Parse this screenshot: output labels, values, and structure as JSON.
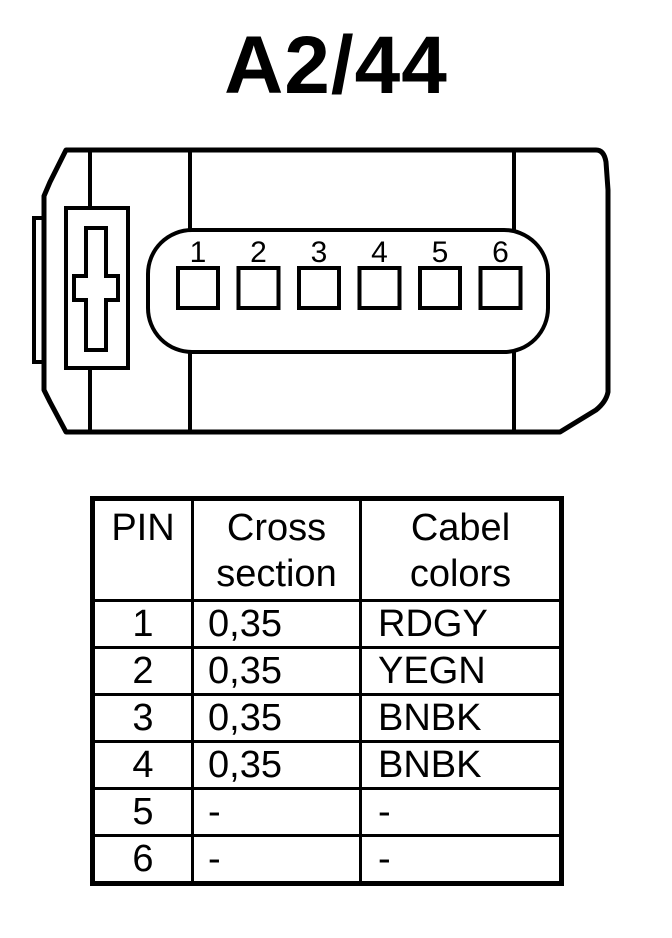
{
  "title": "A2/44",
  "connector": {
    "pin_labels": [
      "1",
      "2",
      "3",
      "4",
      "5",
      "6"
    ]
  },
  "table": {
    "headers": {
      "pin": "PIN",
      "cross_line1": "Cross",
      "cross_line2": "section",
      "color_line1": "Cabel",
      "color_line2": "colors"
    },
    "rows": [
      {
        "pin": "1",
        "cross": "0,35",
        "color": "RDGY"
      },
      {
        "pin": "2",
        "cross": "0,35",
        "color": "YEGN"
      },
      {
        "pin": "3",
        "cross": "0,35",
        "color": "BNBK"
      },
      {
        "pin": "4",
        "cross": "0,35",
        "color": "BNBK"
      },
      {
        "pin": "5",
        "cross": "-",
        "color": "-"
      },
      {
        "pin": "6",
        "cross": "-",
        "color": "-"
      }
    ]
  }
}
